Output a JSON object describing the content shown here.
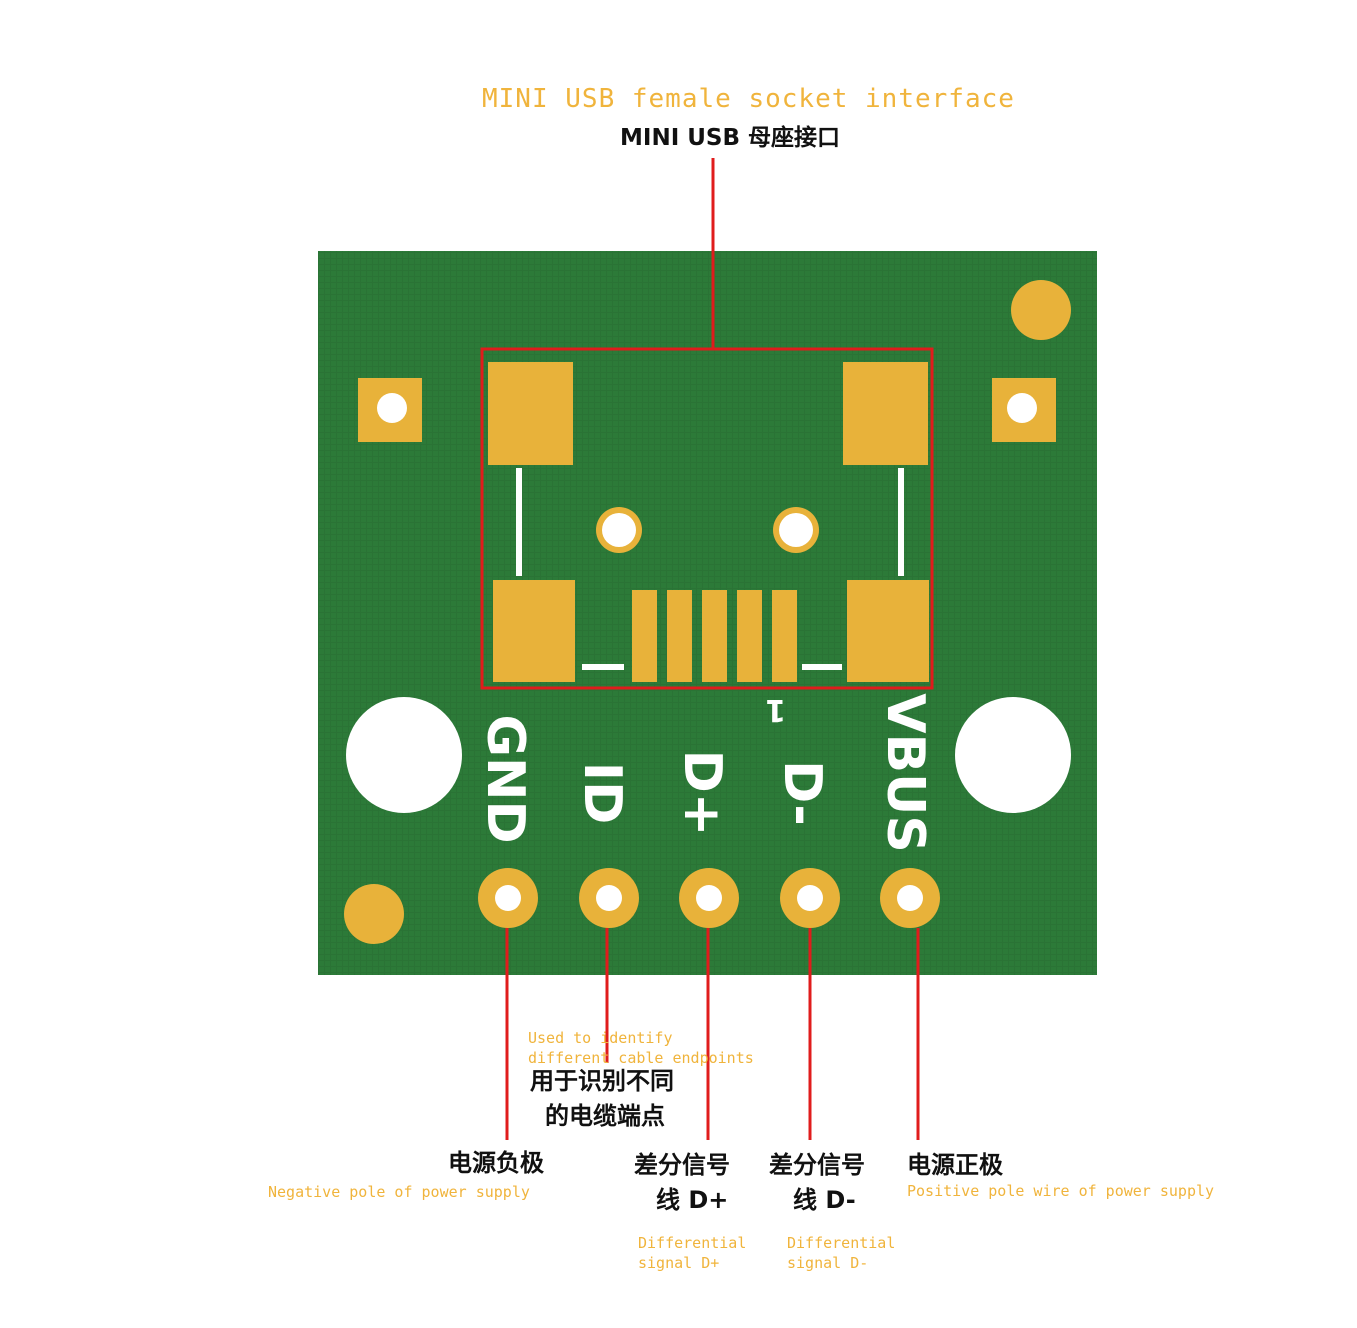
{
  "header": {
    "title_en": "MINI USB female socket interface",
    "title_cn": "MINI USB 母座接口"
  },
  "pins": [
    {
      "silk": "GND"
    },
    {
      "silk": "ID"
    },
    {
      "silk": "D+"
    },
    {
      "silk": "D-"
    },
    {
      "silk": "VBUS"
    }
  ],
  "board_mark": "1",
  "callouts": {
    "id": {
      "en_line1": "Used to identify",
      "en_line2": "different cable endpoints",
      "cn_line1": "用于识别不同",
      "cn_line2": "的电缆端点"
    },
    "gnd": {
      "cn": "电源负极",
      "en": "Negative pole of power supply"
    },
    "dplus": {
      "cn_line1": "差分信号",
      "cn_line2": "线 D+",
      "en_line1": "Differential",
      "en_line2": "signal D+"
    },
    "dminus": {
      "cn_line1": "差分信号",
      "cn_line2": "线 D-",
      "en_line1": "Differential",
      "en_line2": "signal D-"
    },
    "vbus": {
      "cn": "电源正极",
      "en": "Positive pole wire of power supply"
    }
  },
  "colors": {
    "board_green": "#2c7a38",
    "pad_gold": "#e8b23a",
    "callout_red": "#e01c1c",
    "label_orange": "#f0b43c"
  }
}
